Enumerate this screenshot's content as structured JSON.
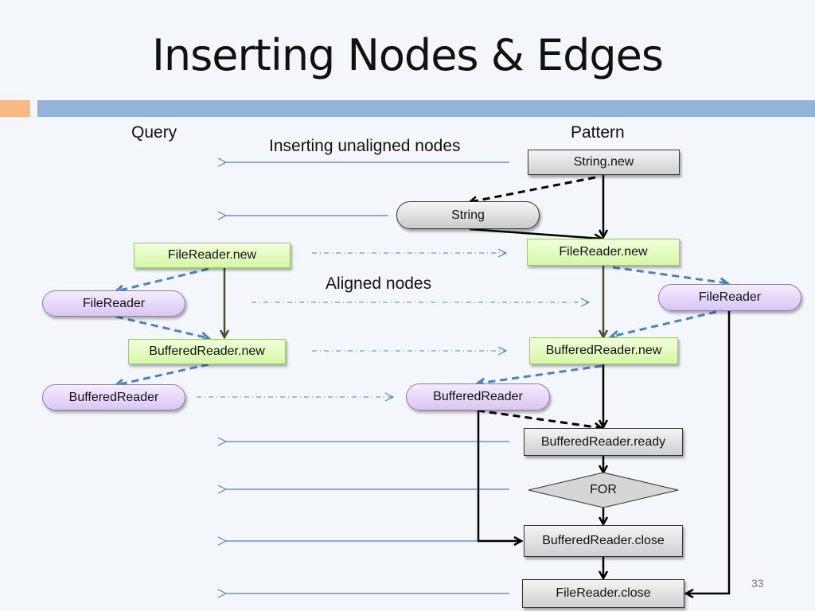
{
  "slide": {
    "title": "Inserting Nodes & Edges",
    "page_number": "33"
  },
  "labels": {
    "query": "Query",
    "pattern": "Pattern",
    "inserting_unaligned": "Inserting unaligned nodes",
    "aligned_nodes": "Aligned nodes"
  },
  "query_nodes": {
    "filereader_new": "FileReader.new",
    "filereader": "FileReader",
    "bufferedreader_new": "BufferedReader.new",
    "bufferedreader": "BufferedReader"
  },
  "pattern_nodes": {
    "string_new": "String.new",
    "string": "String",
    "filereader_new": "FileReader.new",
    "filereader": "FileReader",
    "bufferedreader_new": "BufferedReader.new",
    "bufferedreader": "BufferedReader",
    "bufferedreader_ready": "BufferedReader.ready",
    "for": "FOR",
    "bufferedreader_close": "BufferedReader.close",
    "filereader_close": "FileReader.close"
  },
  "colors": {
    "green_node": "#d5f7a6",
    "purple_node": "#d9c6f3",
    "gray_node": "#cfcfcf",
    "blue_arrow": "#4f81bd",
    "dashed_blue": "#4f81bd",
    "olive_edge": "#4d4a2e"
  }
}
